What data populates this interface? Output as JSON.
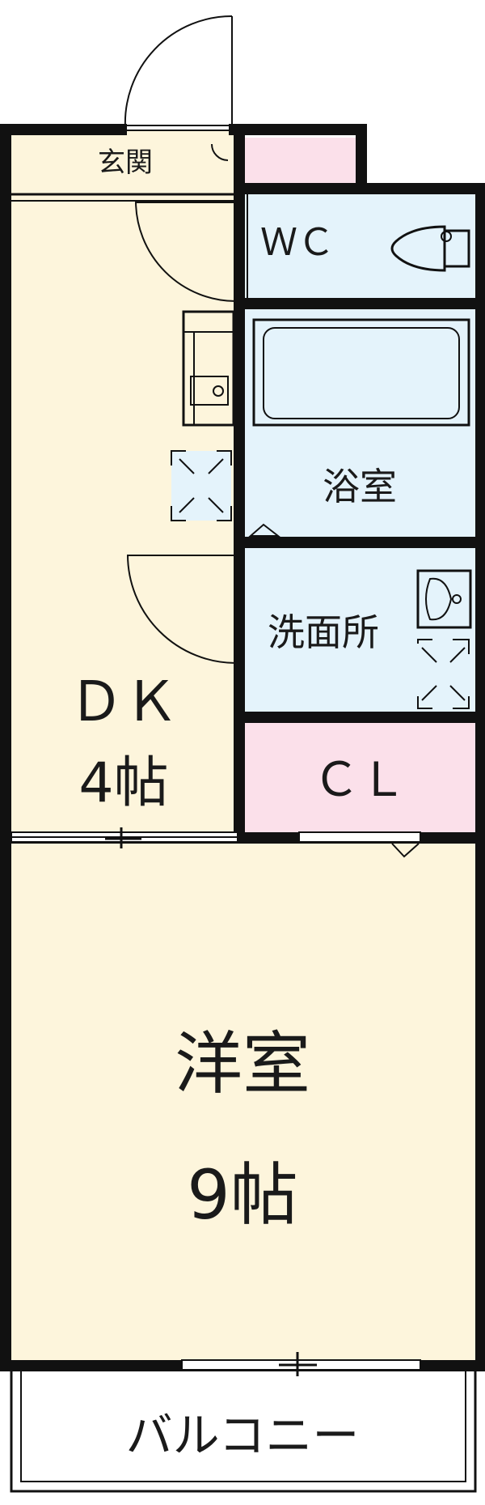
{
  "floorplan": {
    "rooms": {
      "genkan": "玄関",
      "wc": "ＷＣ",
      "bath": "浴室",
      "washroom": "洗面所",
      "dk": "ＤＫ",
      "dk_size": "4帖",
      "closet": "ＣＬ",
      "western": "洋室",
      "western_size": "9帖",
      "balcony": "バルコニー"
    },
    "colors": {
      "living": "#fdf5dc",
      "wet": "#e4f3fb",
      "closet": "#fbe0ea",
      "wall": "#111111"
    }
  }
}
